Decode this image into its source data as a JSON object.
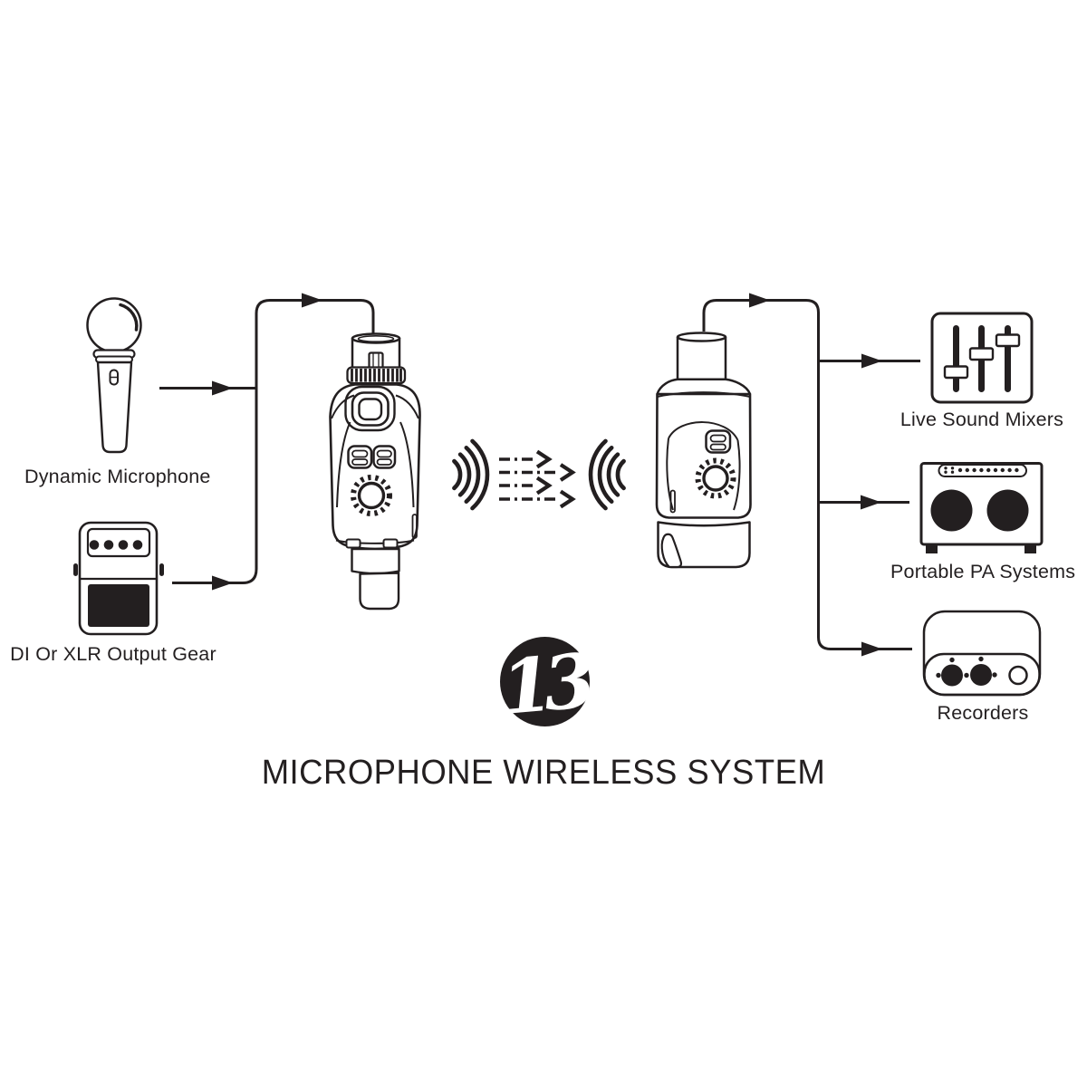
{
  "title": "MICROPHONE WIRELESS SYSTEM",
  "logo": {
    "mark": "13"
  },
  "colors": {
    "ink": "#231f20",
    "background": "#ffffff"
  },
  "nodes": {
    "microphone": {
      "label": "Dynamic Microphone",
      "icon": "dynamic-microphone-icon"
    },
    "di_gear": {
      "label": "DI Or XLR Output Gear",
      "icon": "di-pedal-icon"
    },
    "transmitter": {
      "icon": "xlr-transmitter-icon"
    },
    "wireless": {
      "icon": "wireless-signal-icon"
    },
    "receiver": {
      "icon": "xlr-receiver-icon"
    },
    "mixers": {
      "label": "Live Sound Mixers",
      "icon": "mixer-faders-icon"
    },
    "pa_systems": {
      "label": "Portable PA Systems",
      "icon": "pa-speaker-icon"
    },
    "recorders": {
      "label": "Recorders",
      "icon": "recorder-icon"
    }
  }
}
